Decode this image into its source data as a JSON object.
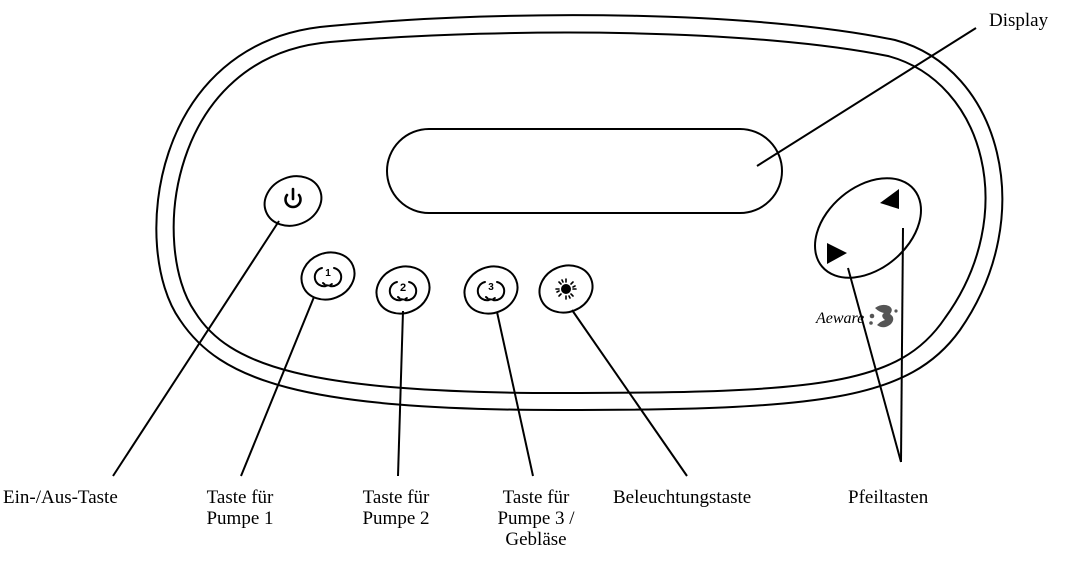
{
  "labels": {
    "display": "Display",
    "power_key": "Ein-/Aus-Taste",
    "pump1_line1": "Taste für",
    "pump1_line2": "Pumpe 1",
    "pump2_line1": "Taste für",
    "pump2_line2": "Pumpe 2",
    "pump3_line1": "Taste für",
    "pump3_line2": "Pumpe 3 /",
    "pump3_line3": "Gebläse",
    "light_key": "Beleuchtungstaste",
    "arrow_keys": "Pfeiltasten"
  },
  "panel": {
    "logo_text": "Aeware",
    "pump1_digit": "1",
    "pump2_digit": "2",
    "pump3_digit": "3"
  },
  "icons": [
    "power-icon",
    "pump-1-icon",
    "pump-2-icon",
    "pump-3-icon",
    "light-icon",
    "arrow-up-icon",
    "arrow-down-icon",
    "logo-mark-icon"
  ],
  "colors": {
    "stroke": "#000000",
    "background": "#ffffff"
  }
}
